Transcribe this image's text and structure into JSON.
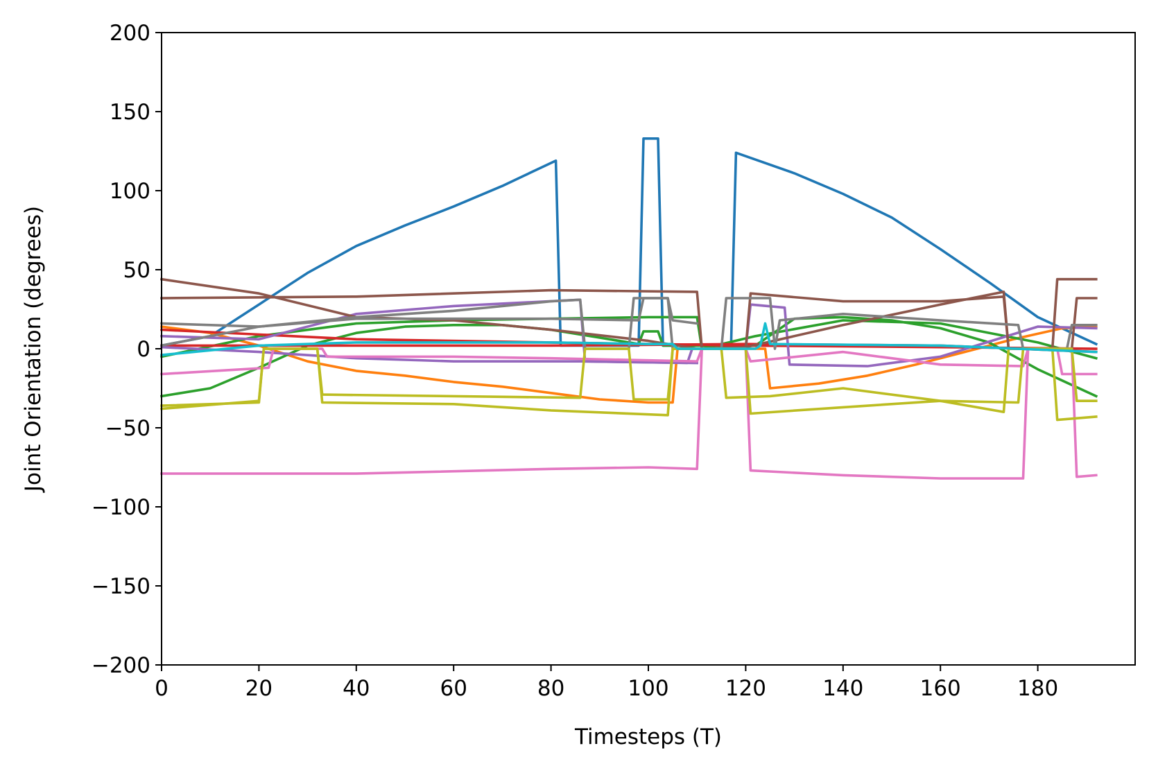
{
  "chart_data": {
    "type": "line",
    "title": "",
    "xlabel": "Timesteps (T)",
    "ylabel": "Joint Orientation (degrees)",
    "xlim": [
      0,
      200
    ],
    "ylim": [
      -200,
      200
    ],
    "x_ticks": [
      0,
      20,
      40,
      60,
      80,
      100,
      120,
      140,
      160,
      180
    ],
    "y_ticks": [
      -200,
      -150,
      -100,
      -50,
      0,
      50,
      100,
      150,
      200
    ],
    "x_tick_labels": [
      "0",
      "20",
      "40",
      "60",
      "80",
      "100",
      "120",
      "140",
      "160",
      "180"
    ],
    "y_tick_labels": [
      "−200",
      "−150",
      "−100",
      "−50",
      "0",
      "50",
      "100",
      "150",
      "200"
    ],
    "grid": false,
    "legend": "none",
    "series": [
      {
        "color": "#1f77b4",
        "points": [
          [
            0,
            2
          ],
          [
            10,
            8
          ],
          [
            20,
            28
          ],
          [
            30,
            48
          ],
          [
            40,
            65
          ],
          [
            50,
            78
          ],
          [
            60,
            90
          ],
          [
            70,
            103
          ],
          [
            81,
            119
          ],
          [
            82,
            2
          ],
          [
            98,
            2
          ],
          [
            99,
            133
          ],
          [
            102,
            133
          ],
          [
            103,
            2
          ],
          [
            117,
            2
          ],
          [
            118,
            124
          ],
          [
            130,
            111
          ],
          [
            140,
            98
          ],
          [
            150,
            83
          ],
          [
            160,
            63
          ],
          [
            170,
            42
          ],
          [
            180,
            20
          ],
          [
            192,
            3
          ]
        ]
      },
      {
        "color": "#ff7f0e",
        "points": [
          [
            0,
            14
          ],
          [
            10,
            10
          ],
          [
            20,
            2
          ],
          [
            30,
            -8
          ],
          [
            40,
            -14
          ],
          [
            50,
            -17
          ],
          [
            60,
            -21
          ],
          [
            70,
            -24
          ],
          [
            80,
            -28
          ],
          [
            90,
            -32
          ],
          [
            100,
            -34
          ],
          [
            105,
            -34
          ],
          [
            106,
            0
          ],
          [
            124,
            0
          ],
          [
            125,
            -25
          ],
          [
            135,
            -22
          ],
          [
            145,
            -17
          ],
          [
            155,
            -10
          ],
          [
            165,
            -2
          ],
          [
            175,
            6
          ],
          [
            185,
            13
          ],
          [
            192,
            14
          ]
        ]
      },
      {
        "color": "#2ca02c",
        "points": [
          [
            0,
            -30
          ],
          [
            10,
            -25
          ],
          [
            20,
            -12
          ],
          [
            30,
            2
          ],
          [
            40,
            10
          ],
          [
            50,
            14
          ],
          [
            60,
            15
          ],
          [
            70,
            15
          ],
          [
            80,
            12
          ],
          [
            90,
            7
          ],
          [
            98,
            3
          ],
          [
            99,
            11
          ],
          [
            102,
            11
          ],
          [
            103,
            2
          ],
          [
            122,
            2
          ],
          [
            130,
            19
          ],
          [
            140,
            20
          ],
          [
            150,
            18
          ],
          [
            160,
            13
          ],
          [
            170,
            4
          ],
          [
            180,
            -13
          ],
          [
            192,
            -30
          ]
        ]
      },
      {
        "color": "#2ca02c",
        "points": [
          [
            0,
            -5
          ],
          [
            20,
            8
          ],
          [
            40,
            16
          ],
          [
            60,
            18
          ],
          [
            80,
            19
          ],
          [
            100,
            20
          ],
          [
            110,
            20
          ],
          [
            111,
            0
          ],
          [
            122,
            8
          ],
          [
            140,
            18
          ],
          [
            160,
            16
          ],
          [
            180,
            4
          ],
          [
            192,
            -6
          ]
        ]
      },
      {
        "color": "#d62728",
        "points": [
          [
            0,
            12
          ],
          [
            40,
            6
          ],
          [
            80,
            4
          ],
          [
            120,
            2
          ],
          [
            160,
            1
          ],
          [
            192,
            0
          ]
        ]
      },
      {
        "color": "#d62728",
        "points": [
          [
            0,
            2
          ],
          [
            40,
            2
          ],
          [
            80,
            2
          ],
          [
            120,
            3
          ],
          [
            160,
            2
          ],
          [
            192,
            -2
          ]
        ]
      },
      {
        "color": "#9467bd",
        "points": [
          [
            0,
            8
          ],
          [
            20,
            6
          ],
          [
            40,
            22
          ],
          [
            60,
            27
          ],
          [
            86,
            31
          ],
          [
            87,
            -8
          ],
          [
            108,
            -9
          ],
          [
            109,
            0
          ],
          [
            120,
            0
          ],
          [
            121,
            28
          ],
          [
            128,
            26
          ],
          [
            129,
            -10
          ],
          [
            145,
            -11
          ],
          [
            160,
            -5
          ],
          [
            180,
            14
          ],
          [
            192,
            13
          ]
        ]
      },
      {
        "color": "#9467bd",
        "points": [
          [
            0,
            1
          ],
          [
            20,
            -2
          ],
          [
            40,
            -6
          ],
          [
            60,
            -8
          ],
          [
            86,
            -8
          ],
          [
            110,
            -9
          ]
        ]
      },
      {
        "color": "#8c564b",
        "points": [
          [
            0,
            32
          ],
          [
            40,
            33
          ],
          [
            80,
            37
          ],
          [
            110,
            36
          ],
          [
            111,
            0
          ],
          [
            120,
            0
          ],
          [
            121,
            35
          ],
          [
            140,
            30
          ],
          [
            160,
            30
          ],
          [
            173,
            33
          ],
          [
            174,
            0
          ],
          [
            183,
            0
          ],
          [
            184,
            44
          ],
          [
            192,
            44
          ]
        ]
      },
      {
        "color": "#8c564b",
        "points": [
          [
            0,
            44
          ],
          [
            20,
            35
          ],
          [
            40,
            20
          ],
          [
            60,
            18
          ],
          [
            80,
            12
          ],
          [
            100,
            5
          ],
          [
            110,
            0
          ],
          [
            120,
            1
          ],
          [
            140,
            15
          ],
          [
            160,
            28
          ],
          [
            173,
            36
          ],
          [
            174,
            0
          ],
          [
            187,
            0
          ],
          [
            188,
            32
          ],
          [
            192,
            32
          ]
        ]
      },
      {
        "color": "#e377c2",
        "points": [
          [
            0,
            -16
          ],
          [
            22,
            -12
          ],
          [
            23,
            0
          ],
          [
            33,
            0
          ],
          [
            34,
            -5
          ],
          [
            60,
            -5
          ],
          [
            80,
            -6
          ],
          [
            110,
            -8
          ],
          [
            111,
            0
          ],
          [
            120,
            0
          ],
          [
            121,
            -8
          ],
          [
            140,
            -2
          ],
          [
            160,
            -10
          ],
          [
            177,
            -11
          ],
          [
            178,
            0
          ],
          [
            184,
            0
          ],
          [
            185,
            -16
          ],
          [
            192,
            -16
          ]
        ]
      },
      {
        "color": "#e377c2",
        "points": [
          [
            0,
            -79
          ],
          [
            40,
            -79
          ],
          [
            80,
            -76
          ],
          [
            100,
            -75
          ],
          [
            110,
            -76
          ],
          [
            111,
            0
          ],
          [
            120,
            0
          ],
          [
            121,
            -77
          ],
          [
            140,
            -80
          ],
          [
            160,
            -82
          ],
          [
            177,
            -82
          ],
          [
            178,
            0
          ],
          [
            187,
            0
          ],
          [
            188,
            -81
          ],
          [
            192,
            -80
          ]
        ]
      },
      {
        "color": "#7f7f7f",
        "points": [
          [
            0,
            2
          ],
          [
            20,
            14
          ],
          [
            40,
            19
          ],
          [
            60,
            19
          ],
          [
            80,
            19
          ],
          [
            98,
            18
          ],
          [
            99,
            32
          ],
          [
            104,
            32
          ],
          [
            105,
            0
          ],
          [
            115,
            0
          ],
          [
            116,
            32
          ],
          [
            125,
            32
          ],
          [
            126,
            0
          ],
          [
            127,
            18
          ],
          [
            140,
            22
          ],
          [
            160,
            18
          ],
          [
            176,
            15
          ],
          [
            177,
            0
          ],
          [
            186,
            0
          ],
          [
            187,
            15
          ],
          [
            192,
            15
          ]
        ]
      },
      {
        "color": "#7f7f7f",
        "points": [
          [
            0,
            16
          ],
          [
            20,
            14
          ],
          [
            40,
            20
          ],
          [
            60,
            24
          ],
          [
            80,
            30
          ],
          [
            86,
            31
          ],
          [
            87,
            0
          ],
          [
            96,
            0
          ],
          [
            97,
            32
          ],
          [
            104,
            32
          ],
          [
            105,
            18
          ],
          [
            110,
            16
          ]
        ]
      },
      {
        "color": "#bcbd22",
        "points": [
          [
            0,
            -36
          ],
          [
            20,
            -34
          ],
          [
            21,
            0
          ],
          [
            32,
            0
          ],
          [
            33,
            -34
          ],
          [
            60,
            -35
          ],
          [
            80,
            -39
          ],
          [
            104,
            -42
          ],
          [
            105,
            0
          ],
          [
            115,
            0
          ],
          [
            116,
            -31
          ],
          [
            125,
            -30
          ],
          [
            140,
            -25
          ],
          [
            160,
            -33
          ],
          [
            173,
            -40
          ],
          [
            174,
            0
          ],
          [
            183,
            0
          ],
          [
            184,
            -45
          ],
          [
            192,
            -43
          ]
        ]
      },
      {
        "color": "#bcbd22",
        "points": [
          [
            0,
            -38
          ],
          [
            20,
            -33
          ],
          [
            21,
            0
          ],
          [
            32,
            0
          ],
          [
            33,
            -29
          ],
          [
            60,
            -30
          ],
          [
            86,
            -31
          ],
          [
            87,
            0
          ],
          [
            96,
            0
          ],
          [
            97,
            -32
          ],
          [
            104,
            -32
          ],
          [
            105,
            0
          ],
          [
            120,
            0
          ],
          [
            121,
            -41
          ],
          [
            140,
            -37
          ],
          [
            160,
            -33
          ],
          [
            176,
            -34
          ],
          [
            177,
            0
          ],
          [
            187,
            0
          ],
          [
            188,
            -33
          ],
          [
            192,
            -33
          ]
        ]
      },
      {
        "color": "#17becf",
        "points": [
          [
            0,
            -4
          ],
          [
            20,
            2
          ],
          [
            40,
            4
          ],
          [
            80,
            4
          ],
          [
            100,
            3
          ],
          [
            105,
            3
          ],
          [
            106,
            0
          ],
          [
            122,
            0
          ],
          [
            123,
            2
          ],
          [
            124,
            16
          ],
          [
            125,
            3
          ],
          [
            160,
            2
          ],
          [
            192,
            -2
          ]
        ]
      }
    ]
  }
}
